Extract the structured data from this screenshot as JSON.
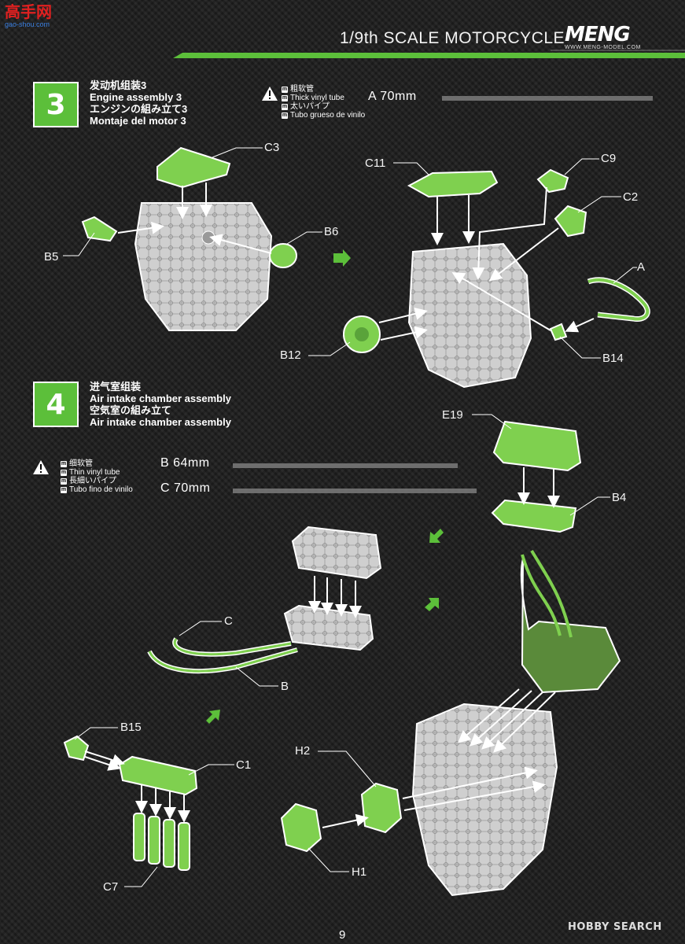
{
  "watermark": {
    "main": "高手网",
    "sub": "gao-shou.com"
  },
  "header": {
    "title": "1/9th SCALE MOTORCYCLE",
    "logo_text": "MENG",
    "logo_sub": "WWW.MENG-MODEL.COM"
  },
  "step3": {
    "number": "3",
    "titles": [
      "发动机组装3",
      "Engine assembly 3",
      "エンジンの組み立て3",
      "Montaje del motor 3"
    ],
    "warning": [
      "粗软管",
      "Thick vinyl tube",
      "太いパイプ",
      "Tubo grueso de vinilo"
    ],
    "tube": "A  70mm"
  },
  "step4": {
    "number": "4",
    "titles": [
      "进气室组装",
      "Air intake chamber assembly",
      "空気室の組み立て",
      "Air intake chamber assembly"
    ],
    "warning": [
      "细软管",
      "Thin vinyl tube",
      "長細いパイプ",
      "Tubo fino de vinilo"
    ],
    "tube_b": "B  64mm",
    "tube_c": "C  70mm"
  },
  "parts": {
    "C3": "C3",
    "B6": "B6",
    "B5": "B5",
    "C11": "C11",
    "C9": "C9",
    "C2": "C2",
    "A": "A",
    "B12": "B12",
    "B14": "B14",
    "E19": "E19",
    "B4": "B4",
    "C": "C",
    "B": "B",
    "B15": "B15",
    "C1": "C1",
    "H2": "H2",
    "H1": "H1",
    "C7": "C7"
  },
  "footer": {
    "page": "9",
    "source": "HOBBY SEARCH"
  },
  "colors": {
    "accent": "#5cbf3a",
    "part_green": "#7fd04f",
    "engine_gray": "#c9c9c9"
  }
}
